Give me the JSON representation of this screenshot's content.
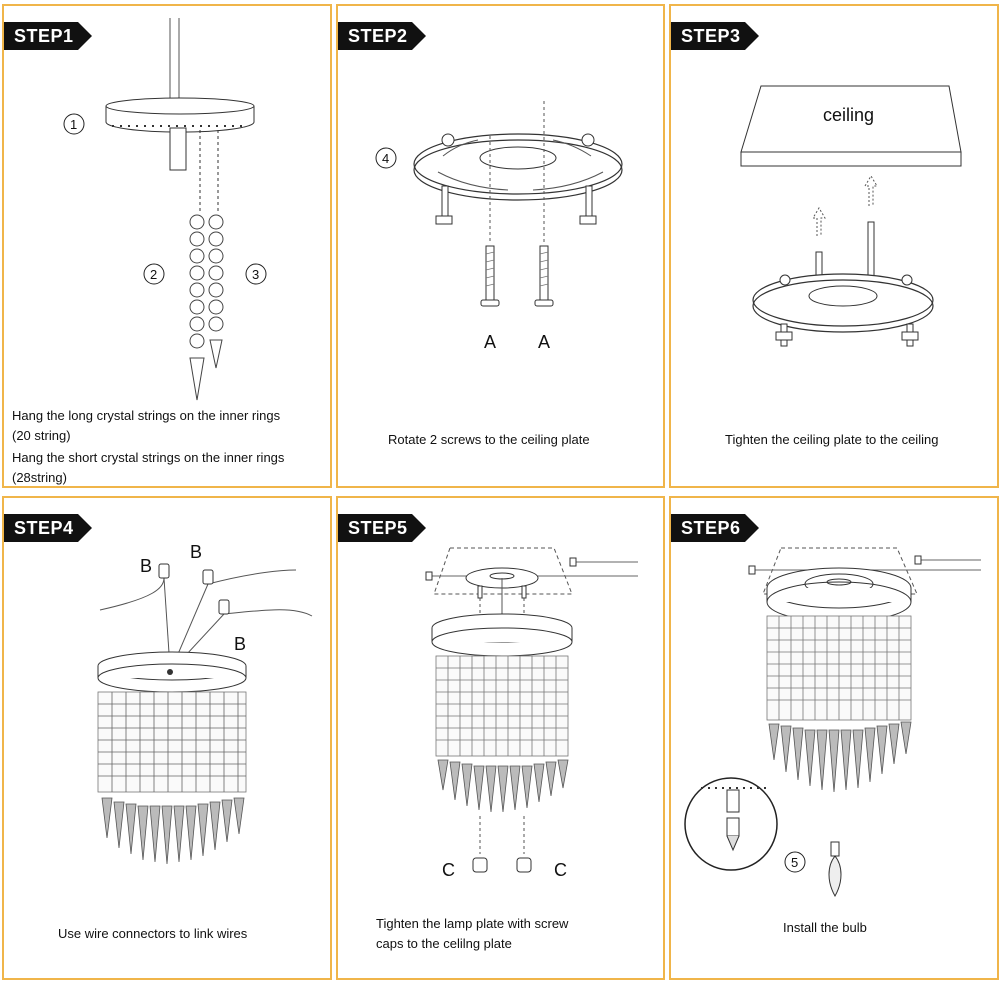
{
  "steps": [
    {
      "tag": "STEP1",
      "callouts": [
        "1",
        "2",
        "3"
      ],
      "captions": [
        "Hang the long crystal strings on the inner rings",
        "(20 string)",
        "Hang the short crystal strings on the inner rings",
        "(28string)"
      ]
    },
    {
      "tag": "STEP2",
      "callouts": [
        "4"
      ],
      "labels": [
        "A",
        "A"
      ],
      "captions": [
        "Rotate 2 screws to the ceiling plate"
      ]
    },
    {
      "tag": "STEP3",
      "labels": [
        "ceiling"
      ],
      "captions": [
        "Tighten the ceiling plate to the ceiling"
      ]
    },
    {
      "tag": "STEP4",
      "labels": [
        "B",
        "B",
        "B"
      ],
      "captions": [
        "Use wire connectors to link wires"
      ]
    },
    {
      "tag": "STEP5",
      "labels": [
        "C",
        "C"
      ],
      "captions": [
        "Tighten the lamp plate with screw",
        "caps to the celilng plate"
      ]
    },
    {
      "tag": "STEP6",
      "callouts": [
        "5"
      ],
      "captions": [
        "Install the bulb"
      ]
    }
  ]
}
